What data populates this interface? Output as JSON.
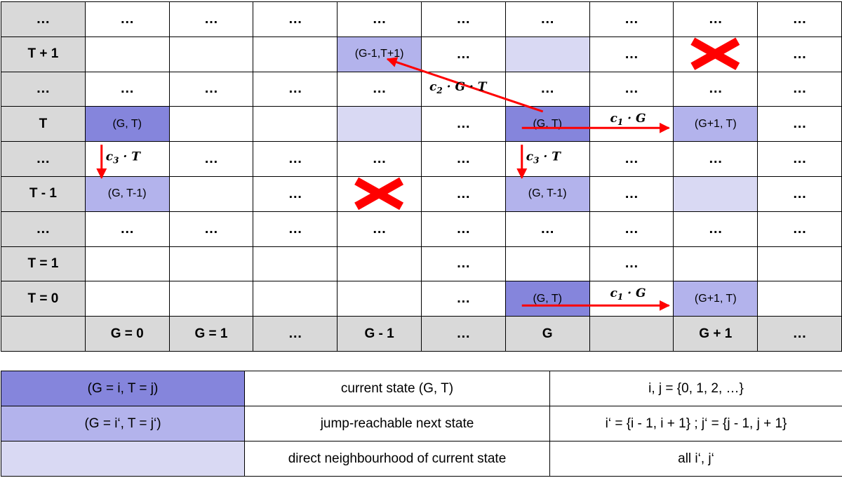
{
  "grid": {
    "rows": [
      [
        "…",
        "…",
        "…",
        "…",
        "…",
        "…",
        "…",
        "…",
        "…",
        "…"
      ],
      [
        "T + 1",
        "",
        "",
        "",
        "(G-1,T+1)",
        "…",
        "",
        "…",
        "",
        "…"
      ],
      [
        "…",
        "…",
        "…",
        "…",
        "…",
        "",
        "…",
        "…",
        "…",
        "…"
      ],
      [
        "T",
        "(G, T)",
        "",
        "",
        "",
        "…",
        "(G, T)",
        "",
        "(G+1, T)",
        "…"
      ],
      [
        "…",
        "",
        "…",
        "…",
        "…",
        "…",
        "",
        "…",
        "…",
        "…"
      ],
      [
        "T - 1",
        "(G, T-1)",
        "",
        "…",
        "",
        "…",
        "(G, T-1)",
        "…",
        "",
        "…"
      ],
      [
        "…",
        "…",
        "…",
        "…",
        "…",
        "…",
        "…",
        "…",
        "…",
        "…"
      ],
      [
        "T = 1",
        "",
        "",
        "",
        "",
        "…",
        "",
        "…",
        "",
        ""
      ],
      [
        "T = 0",
        "",
        "",
        "",
        "",
        "…",
        "(G, T)",
        "",
        "(G+1, T)",
        ""
      ],
      [
        "",
        "G = 0",
        "G = 1",
        "…",
        "G - 1",
        "…",
        "G",
        "",
        "G + 1",
        "…"
      ]
    ],
    "styles": [
      [
        "hdr",
        "",
        "",
        "",
        "",
        "",
        "",
        "",
        "",
        ""
      ],
      [
        "hdr",
        "",
        "",
        "",
        "jump",
        "",
        "neigh",
        "",
        "",
        ""
      ],
      [
        "hdr",
        "",
        "",
        "",
        "",
        "",
        "",
        "",
        "",
        ""
      ],
      [
        "hdr",
        "current",
        "",
        "",
        "neigh",
        "",
        "current",
        "",
        "jump",
        ""
      ],
      [
        "hdr",
        "",
        "",
        "",
        "",
        "",
        "",
        "",
        "",
        ""
      ],
      [
        "hdr",
        "jump",
        "",
        "",
        "",
        "",
        "jump",
        "",
        "neigh",
        ""
      ],
      [
        "hdr",
        "",
        "",
        "",
        "",
        "",
        "",
        "",
        "",
        ""
      ],
      [
        "hdr",
        "",
        "",
        "",
        "",
        "",
        "",
        "",
        "",
        ""
      ],
      [
        "hdr",
        "",
        "",
        "",
        "",
        "",
        "current",
        "",
        "jump",
        ""
      ],
      [
        "hdr",
        "hdr",
        "hdr",
        "hdr",
        "hdr",
        "hdr",
        "hdr",
        "hdr",
        "hdr",
        "hdr"
      ]
    ],
    "crosses": [
      {
        "row": 1,
        "col": 8
      },
      {
        "row": 5,
        "col": 4
      }
    ],
    "arrows": [
      {
        "name": "arrow-c2",
        "from": [
          6.45,
          3.15
        ],
        "to": [
          4.6,
          1.65
        ],
        "label": "c",
        "sub": "2",
        "rest": " · G · T",
        "labelAt": [
          5.1,
          2.55
        ]
      },
      {
        "name": "arrow-c1-top",
        "from": [
          6.2,
          3.62
        ],
        "to": [
          7.95,
          3.62
        ],
        "label": "c",
        "sub": "1",
        "rest": " · G",
        "labelAt": [
          7.25,
          3.45
        ]
      },
      {
        "name": "arrow-c1-bottom",
        "from": [
          6.2,
          8.7
        ],
        "to": [
          7.95,
          8.7
        ],
        "label": "c",
        "sub": "1",
        "rest": " · G",
        "labelAt": [
          7.25,
          8.45
        ]
      },
      {
        "name": "arrow-c3-left",
        "from": [
          1.2,
          4.1
        ],
        "to": [
          1.2,
          5.05
        ],
        "label": "c",
        "sub": "3",
        "rest": " · T",
        "labelAt": [
          1.25,
          4.55
        ]
      },
      {
        "name": "arrow-c3-right",
        "from": [
          6.2,
          4.1
        ],
        "to": [
          6.2,
          5.05
        ],
        "label": "c",
        "sub": "3",
        "rest": " · T",
        "labelAt": [
          6.25,
          4.55
        ]
      }
    ]
  },
  "legend": {
    "rows": [
      {
        "swatch": "(G = i, T = j)",
        "desc": "current state (G, T)",
        "values": "i, j = {0, 1, 2, …}",
        "style": "current"
      },
      {
        "swatch": "(G = i‘, T = j‘)",
        "desc": "jump-reachable next state",
        "values": "i‘ = {i - 1, i + 1} ;  j‘ = {j - 1, j + 1}",
        "style": "jump"
      },
      {
        "swatch": "",
        "desc": "direct neighbourhood of current state",
        "values": "all i‘, j‘",
        "style": "neigh"
      }
    ]
  },
  "colors": {
    "current": "#8585dc",
    "jump": "#b3b3ec",
    "neighbourhood": "#d9d9f3",
    "header": "#d9d9d9",
    "arrow": "#ff0000"
  }
}
